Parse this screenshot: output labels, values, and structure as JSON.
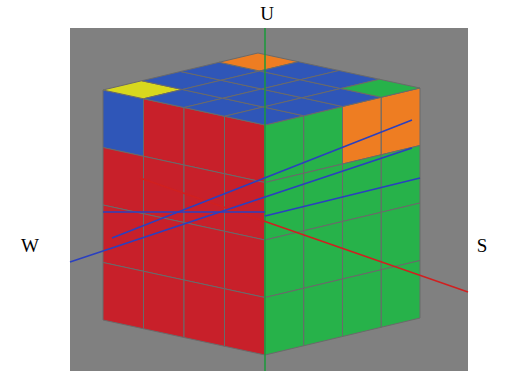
{
  "diagram": {
    "labels": [
      "U",
      "W",
      "S"
    ]
  }
}
